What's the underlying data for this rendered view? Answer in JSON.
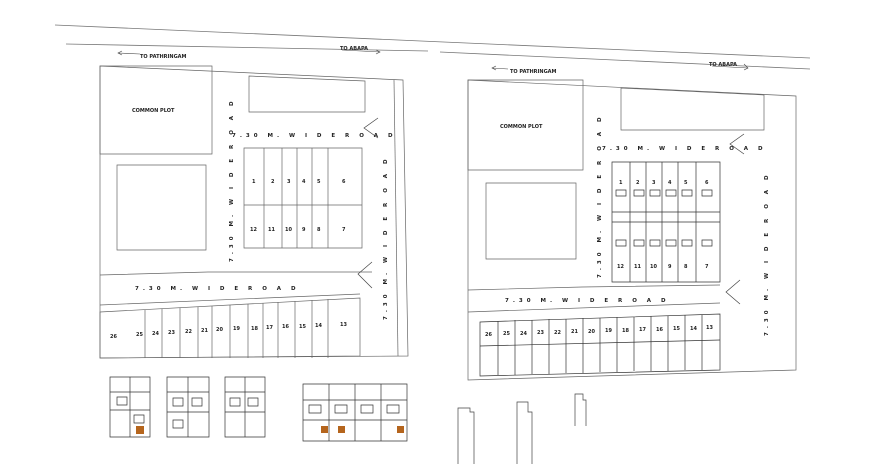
{
  "left_plan": {
    "top_road_left": "TO PATHRINGAM",
    "top_road_right": "TO ABAPA",
    "common_plot": "COMMON PLOT",
    "road_top": "7.30 M. W I D E   R O A D",
    "road_mid_vertical": "7.30 M. W I D E   R O A D",
    "road_bottom": "7.30 M. W I D E   R O A D",
    "road_right_vertical": "7.30 M. W I D E   R O A D",
    "block_a_top": [
      "1",
      "2",
      "3",
      "4",
      "5",
      "6"
    ],
    "block_a_bottom": [
      "12",
      "11",
      "10",
      "9",
      "8",
      "7"
    ],
    "block_b": [
      "26",
      "25",
      "24",
      "23",
      "22",
      "21",
      "20",
      "19",
      "18",
      "17",
      "16",
      "15",
      "14",
      "13"
    ]
  },
  "right_plan": {
    "top_road_left": "TO PATHRINGAM",
    "top_road_right": "TO ABAPA",
    "common_plot": "COMMON PLOT",
    "road_top": "7.30 M. W I D E   R O A D",
    "road_mid_vertical": "7.30 M. W I D E   R O A D",
    "road_bottom": "7.30 M. W I D E   R O A D",
    "road_right_vertical": "7.30 M. W I D E   R O A D",
    "block_a_top": [
      "1",
      "2",
      "3",
      "4",
      "5",
      "6"
    ],
    "block_a_bottom": [
      "12",
      "11",
      "10",
      "9",
      "8",
      "7"
    ],
    "block_b": [
      "26",
      "25",
      "24",
      "23",
      "22",
      "21",
      "20",
      "19",
      "18",
      "17",
      "16",
      "15",
      "14",
      "13"
    ]
  },
  "colors": {
    "line": "#555555",
    "dark": "#222222",
    "accent": "#b5651d"
  }
}
